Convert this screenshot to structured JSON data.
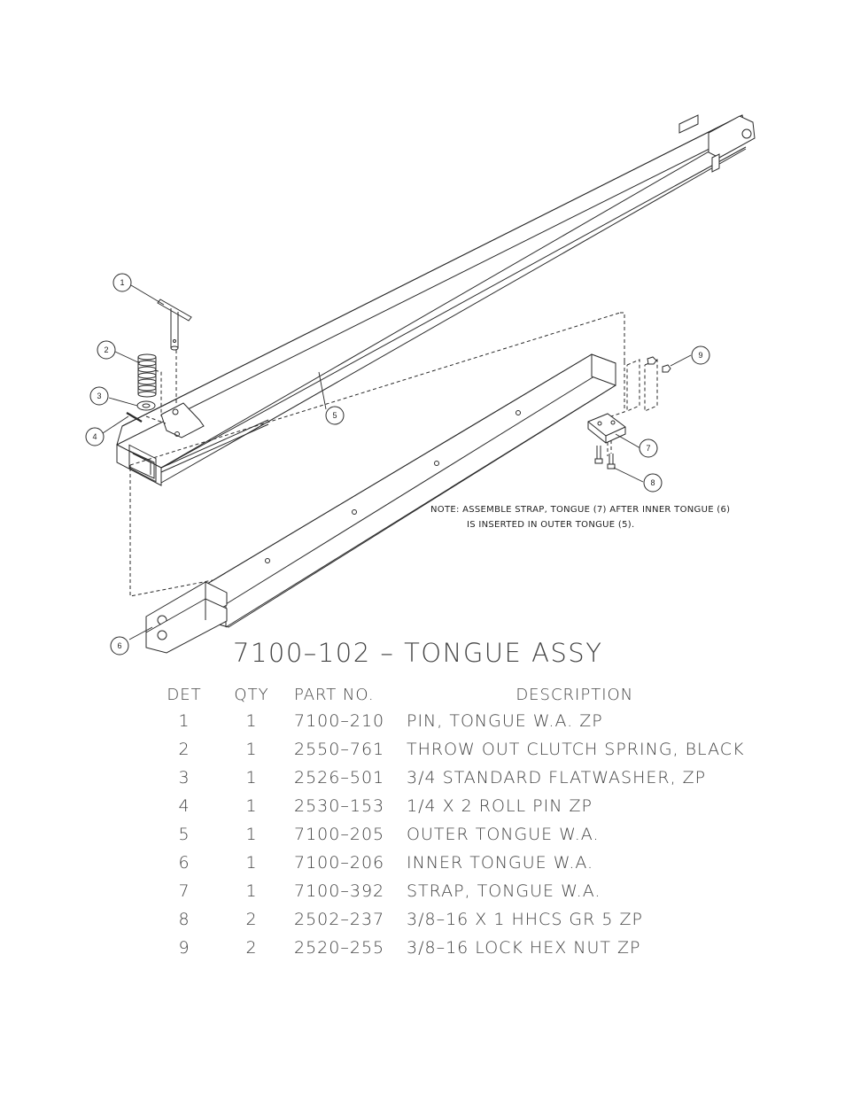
{
  "callouts": [
    "1",
    "2",
    "3",
    "4",
    "5",
    "6",
    "7",
    "8",
    "9"
  ],
  "note": {
    "line1": "NOTE:  ASSEMBLE STRAP, TONGUE (7) AFTER INNER TONGUE (6)",
    "line2": "IS INSERTED IN OUTER TONGUE (5)."
  },
  "title": "7100–102  –  TONGUE ASSY",
  "table": {
    "headers": {
      "det": "DET",
      "qty": "QTY",
      "part": "PART NO.",
      "desc": "DESCRIPTION"
    },
    "rows": [
      {
        "det": "1",
        "qty": "1",
        "part": "7100–210",
        "desc": "PIN, TONGUE W.A. ZP"
      },
      {
        "det": "2",
        "qty": "1",
        "part": "2550–761",
        "desc": "THROW OUT CLUTCH SPRING, BLACK"
      },
      {
        "det": "3",
        "qty": "1",
        "part": "2526–501",
        "desc": "3/4 STANDARD FLATWASHER, ZP"
      },
      {
        "det": "4",
        "qty": "1",
        "part": "2530–153",
        "desc": "1/4 X 2 ROLL PIN ZP"
      },
      {
        "det": "5",
        "qty": "1",
        "part": "7100–205",
        "desc": "OUTER TONGUE W.A."
      },
      {
        "det": "6",
        "qty": "1",
        "part": "7100–206",
        "desc": "INNER TONGUE W.A."
      },
      {
        "det": "7",
        "qty": "1",
        "part": "7100–392",
        "desc": "STRAP, TONGUE W.A."
      },
      {
        "det": "8",
        "qty": "2",
        "part": "2502–237",
        "desc": "3/8–16 X 1 HHCS GR 5 ZP"
      },
      {
        "det": "9",
        "qty": "2",
        "part": "2520–255",
        "desc": "3/8–16 LOCK HEX NUT ZP"
      }
    ]
  }
}
